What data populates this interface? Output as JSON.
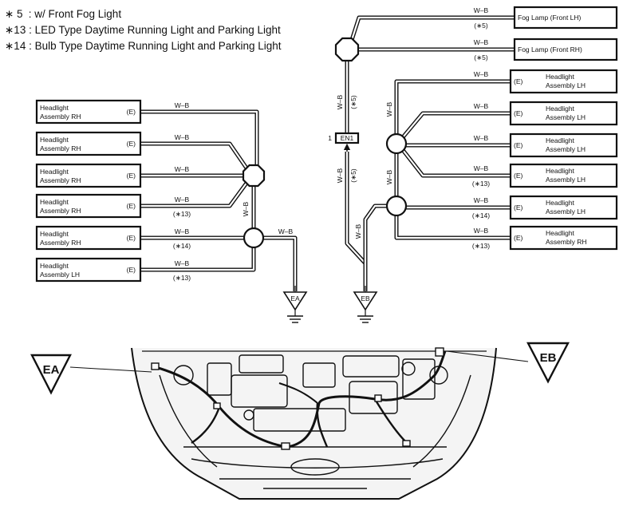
{
  "notes": [
    {
      "marker": "∗ 5",
      "text": ": w/ Front Fog Light"
    },
    {
      "marker": "∗13",
      "text": ": LED Type Daytime Running Light and Parking Light"
    },
    {
      "marker": "∗14",
      "text": ": Bulb Type Daytime Running Light and Parking Light"
    }
  ],
  "wire_code": "W–B",
  "connector": {
    "name": "EN1",
    "pin": "1"
  },
  "left_components": [
    {
      "name": [
        "Headlight",
        "Assembly RH"
      ],
      "tag": "(E)",
      "note": ""
    },
    {
      "name": [
        "Headlight",
        "Assembly RH"
      ],
      "tag": "(E)",
      "note": ""
    },
    {
      "name": [
        "Headlight",
        "Assembly RH"
      ],
      "tag": "(E)",
      "note": ""
    },
    {
      "name": [
        "Headlight",
        "Assembly RH"
      ],
      "tag": "(E)",
      "note": "(∗13)"
    },
    {
      "name": [
        "Headlight",
        "Assembly RH"
      ],
      "tag": "(E)",
      "note": "(∗14)"
    },
    {
      "name": [
        "Headlight",
        "Assembly LH"
      ],
      "tag": "(E)",
      "note": "(∗13)"
    }
  ],
  "fog_components": [
    {
      "name": "Fog Lamp (Front LH)",
      "note": "(∗5)"
    },
    {
      "name": "Fog Lamp (Front RH)",
      "note": "(∗5)"
    }
  ],
  "right_components": [
    {
      "name": [
        "Headlight",
        "Assembly LH"
      ],
      "tag": "(E)",
      "note": ""
    },
    {
      "name": [
        "Headlight",
        "Assembly LH"
      ],
      "tag": "(E)",
      "note": ""
    },
    {
      "name": [
        "Headlight",
        "Assembly LH"
      ],
      "tag": "(E)",
      "note": ""
    },
    {
      "name": [
        "Headlight",
        "Assembly LH"
      ],
      "tag": "(E)",
      "note": "(∗13)"
    },
    {
      "name": [
        "Headlight",
        "Assembly LH"
      ],
      "tag": "(E)",
      "note": "(∗14)"
    },
    {
      "name": [
        "Headlight",
        "Assembly RH"
      ],
      "tag": "(E)",
      "note": "(∗13)"
    }
  ],
  "vertical_notes": {
    "fog_trunk": "(∗5)",
    "en1_trunk": "(∗5)"
  },
  "grounds": {
    "left": "EA",
    "right": "EB"
  },
  "callouts": {
    "left": "EA",
    "right": "EB"
  },
  "colors": {
    "line": "#111111",
    "background": "#ffffff",
    "engine_fill": "#f4f4f4"
  }
}
